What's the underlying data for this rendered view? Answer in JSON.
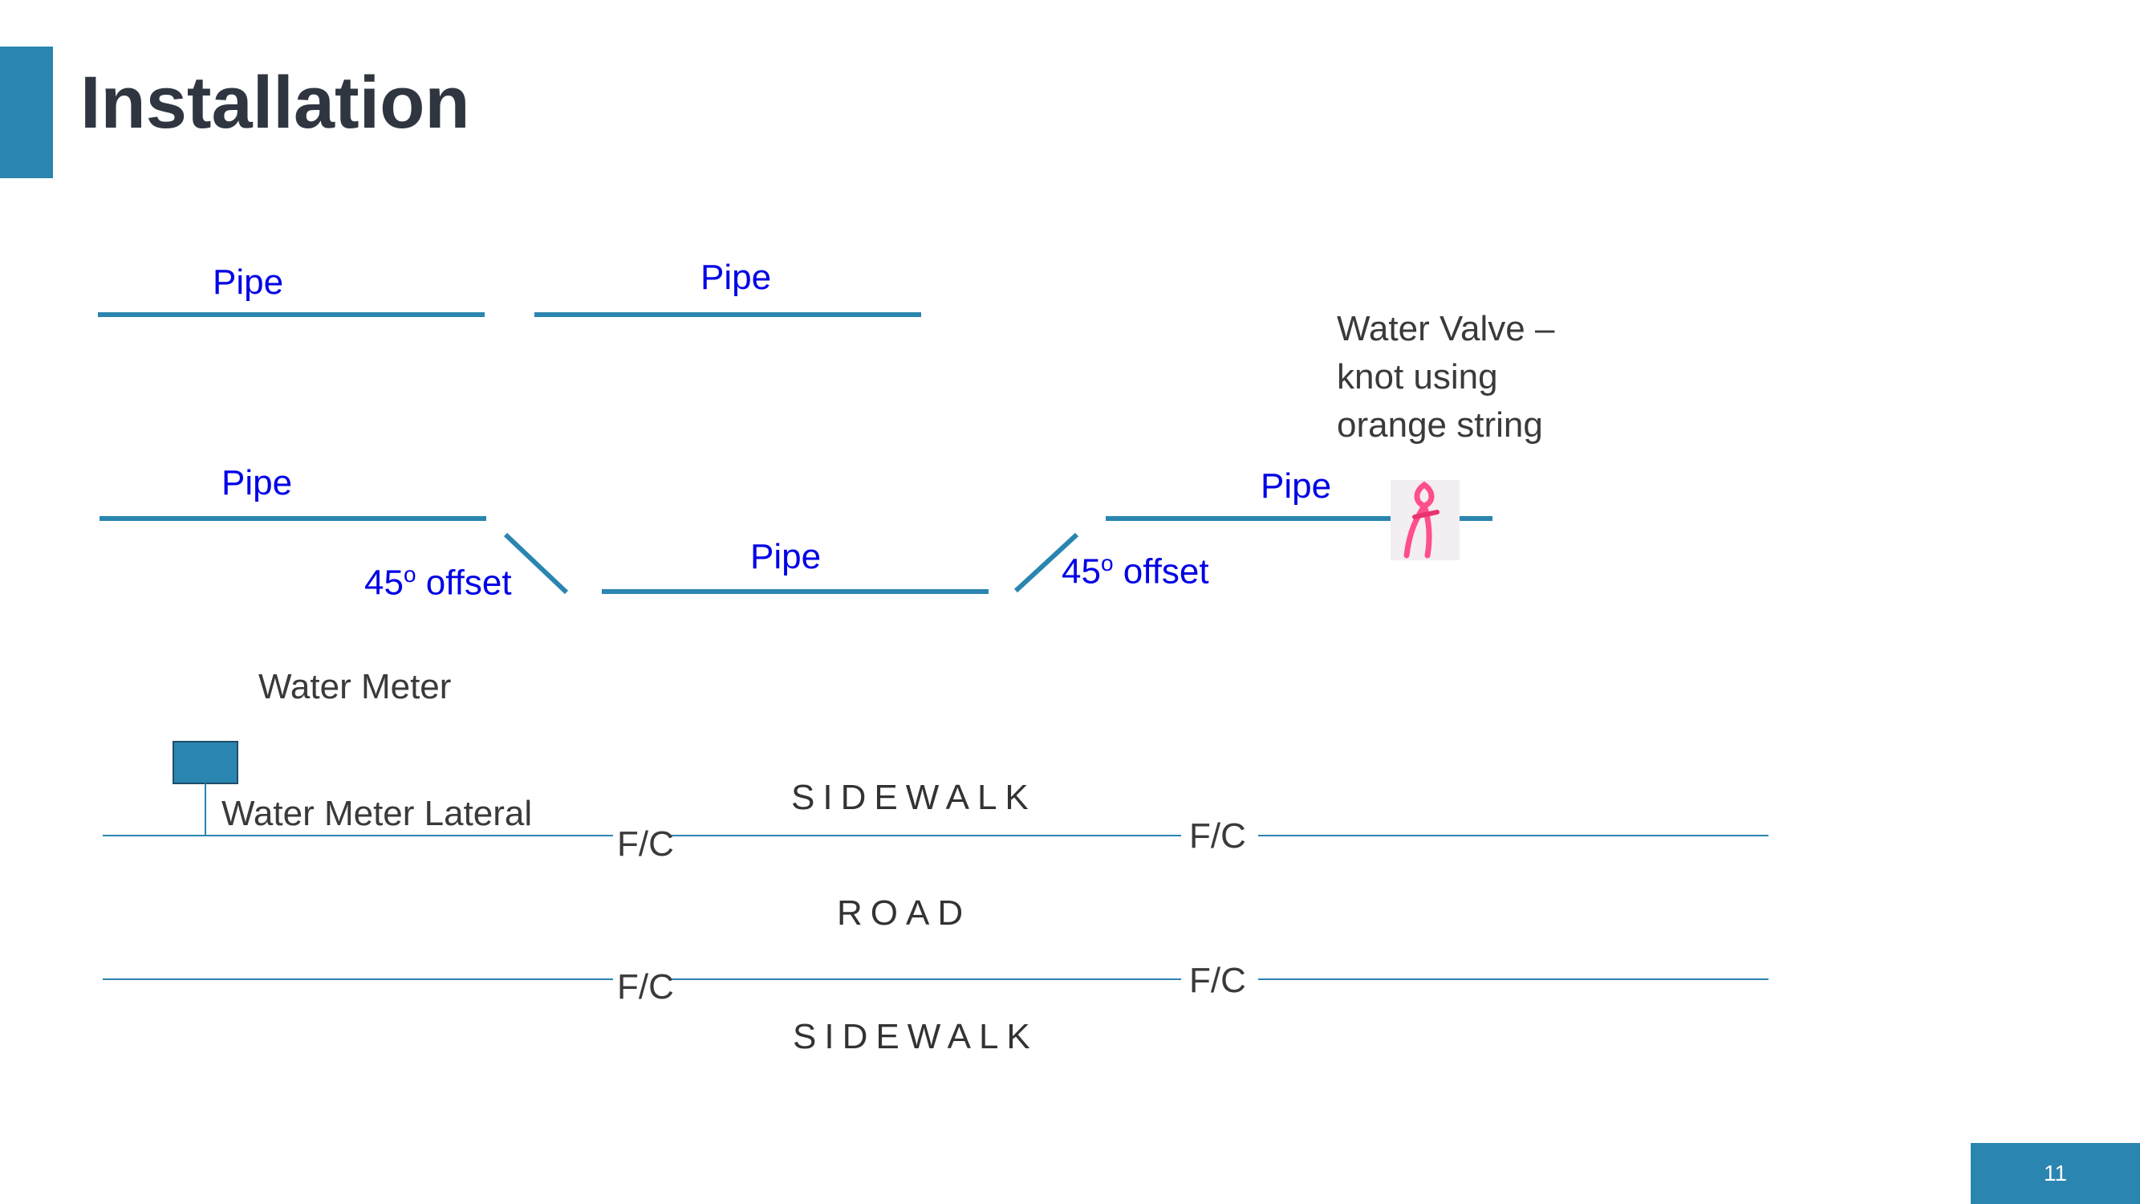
{
  "slide": {
    "title": "Installation",
    "page_number": "11"
  },
  "labels": {
    "pipe_top_left": "Pipe",
    "pipe_top_right": "Pipe",
    "pipe_mid_left": "Pipe",
    "pipe_mid_center": "Pipe",
    "pipe_mid_right": "Pipe",
    "offset_left": {
      "value": "45",
      "superscript": "o",
      "text": " offset"
    },
    "offset_right": {
      "value": "45",
      "superscript": "o",
      "text": " offset"
    },
    "water_meter": "Water Meter",
    "water_meter_lateral": "Water Meter Lateral",
    "valve_note_lines": [
      "Water Valve –",
      "knot using",
      "orange string"
    ],
    "sidewalk_top": "SIDEWALK",
    "road": "ROAD",
    "sidewalk_bottom": "SIDEWALK",
    "fc_top_left": "F/C",
    "fc_top_right": "F/C",
    "fc_bottom_left": "F/C",
    "fc_bottom_right": "F/C"
  },
  "colors": {
    "accent": "#2a85b0",
    "pipe_label": "#0000e6",
    "knot": "#ff4f8b"
  }
}
